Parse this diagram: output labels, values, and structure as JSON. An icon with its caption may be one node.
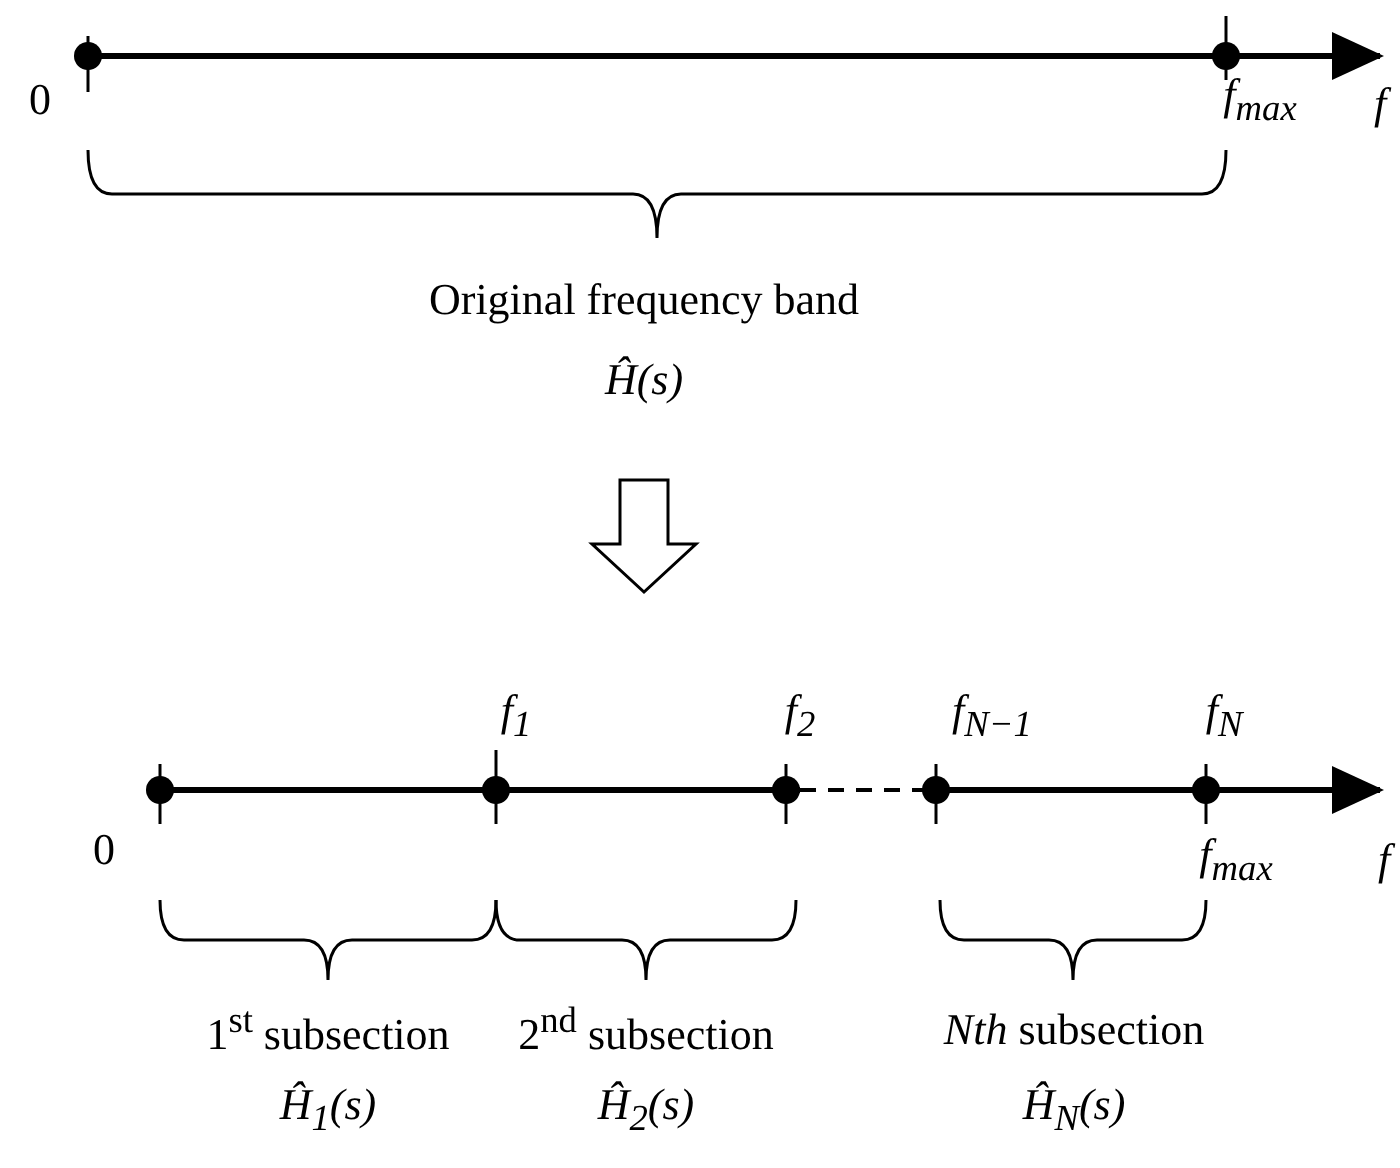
{
  "diagram": {
    "labels": [
      "0",
      "f$_{max}$",
      "f",
      "Original frequency band",
      "Ĥ(s)",
      "f$_{1}$",
      "f$_{2}$",
      "f$_{N−1}$",
      "f$_{N}$",
      "0",
      "f$_{max}$",
      "f",
      "1$^{st}$ subsection",
      "2$^{nd}$ subsection",
      "*Nth* subsection",
      "Ĥ$_{1}$(s)",
      "Ĥ$_{2}$(s)",
      "Ĥ$_{N}$(s)"
    ]
  }
}
